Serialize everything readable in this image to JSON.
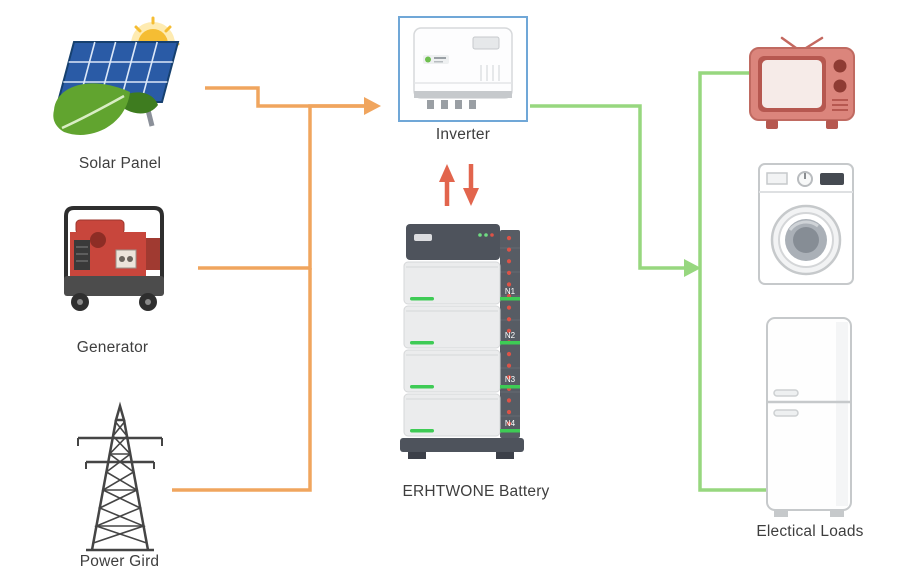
{
  "nodes": {
    "solar_panel": {
      "label": "Solar Panel"
    },
    "generator": {
      "label": "Generator"
    },
    "power_grid": {
      "label": "Power Gird"
    },
    "inverter": {
      "label": "Inverter"
    },
    "battery": {
      "label": "ERHTWONE Battery",
      "module_labels": [
        "N1",
        "N2",
        "N3",
        "N4"
      ]
    },
    "electrical_loads": {
      "label": "Electical Loads"
    }
  },
  "colors": {
    "source_arrow": "#f0a55e",
    "load_arrow": "#97d77f",
    "battery_arrow": "#e2654d",
    "inverter_border": "#70a7d7",
    "background": "#ffffff"
  }
}
